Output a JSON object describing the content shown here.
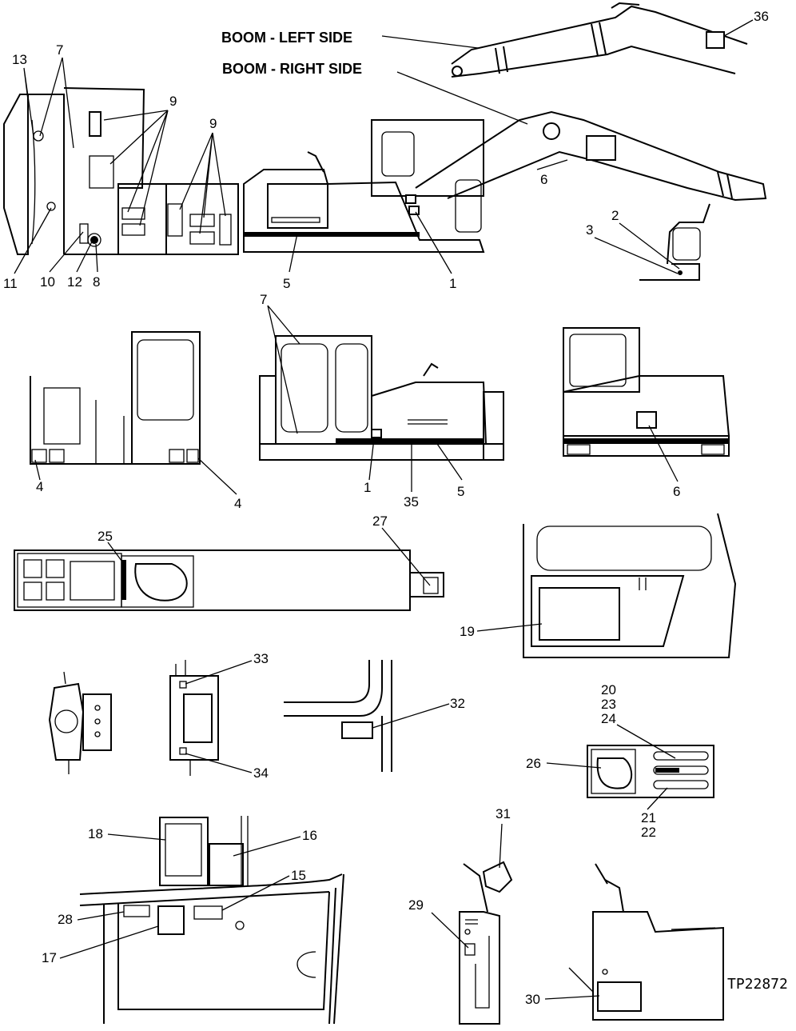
{
  "figure_code": "TP22872",
  "callouts": {
    "boom_left_side": "BOOM - LEFT SIDE",
    "boom_right_side": "BOOM - RIGHT SIDE",
    "n1": "1",
    "n2": "2",
    "n3": "3",
    "n4": "4",
    "n5": "5",
    "n6": "6",
    "n7": "7",
    "n8": "8",
    "n9": "9",
    "n10": "10",
    "n11": "11",
    "n12": "12",
    "n13": "13",
    "n15": "15",
    "n16": "16",
    "n17": "17",
    "n18": "18",
    "n19": "19",
    "n20": "20",
    "n21": "21",
    "n22": "22",
    "n23": "23",
    "n24": "24",
    "n25": "25",
    "n26": "26",
    "n27": "27",
    "n28": "28",
    "n29": "29",
    "n30": "30",
    "n31": "31",
    "n32": "32",
    "n33": "33",
    "n34": "34",
    "n35": "35",
    "n36": "36"
  }
}
